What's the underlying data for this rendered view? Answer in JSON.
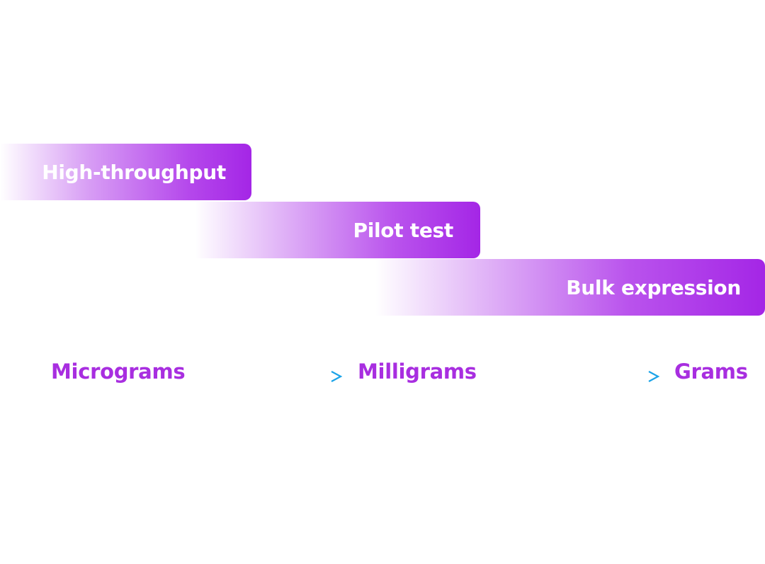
{
  "stages": [
    {
      "label": "High-throughput"
    },
    {
      "label": "Pilot test"
    },
    {
      "label": "Bulk expression"
    }
  ],
  "scale": [
    {
      "label": "Micrograms"
    },
    {
      "label": "Milligrams"
    },
    {
      "label": "Grams"
    }
  ],
  "colors": {
    "bar_accent": "#a426e6",
    "label_text": "#a82ee0",
    "arrow": "#1aa3e8"
  },
  "icons": {
    "arrow": "right-arrow-icon"
  }
}
